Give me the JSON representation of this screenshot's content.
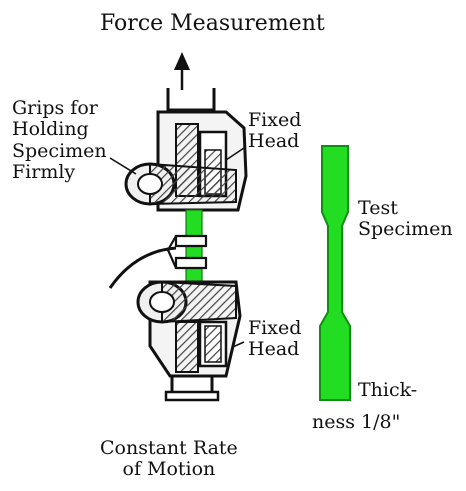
{
  "labels": {
    "force_measurement": "Force Measurement",
    "grips": "Grips for\nHolding\nSpecimen\nFirmly",
    "fixed_head_top": "Fixed\nHead",
    "test_specimen": "Test\nSpecimen",
    "fixed_head_bottom": "Fixed\nHead",
    "thickness_line1": "Thick-",
    "thickness_line2": "ness 1/8\"",
    "constant_rate": "Constant Rate\nof Motion"
  },
  "colors": {
    "specimen_green": "#22dd22",
    "outline": "#111111",
    "hatch": "#555555"
  },
  "icons": {
    "pull_arrow": "arrow-up-icon"
  }
}
